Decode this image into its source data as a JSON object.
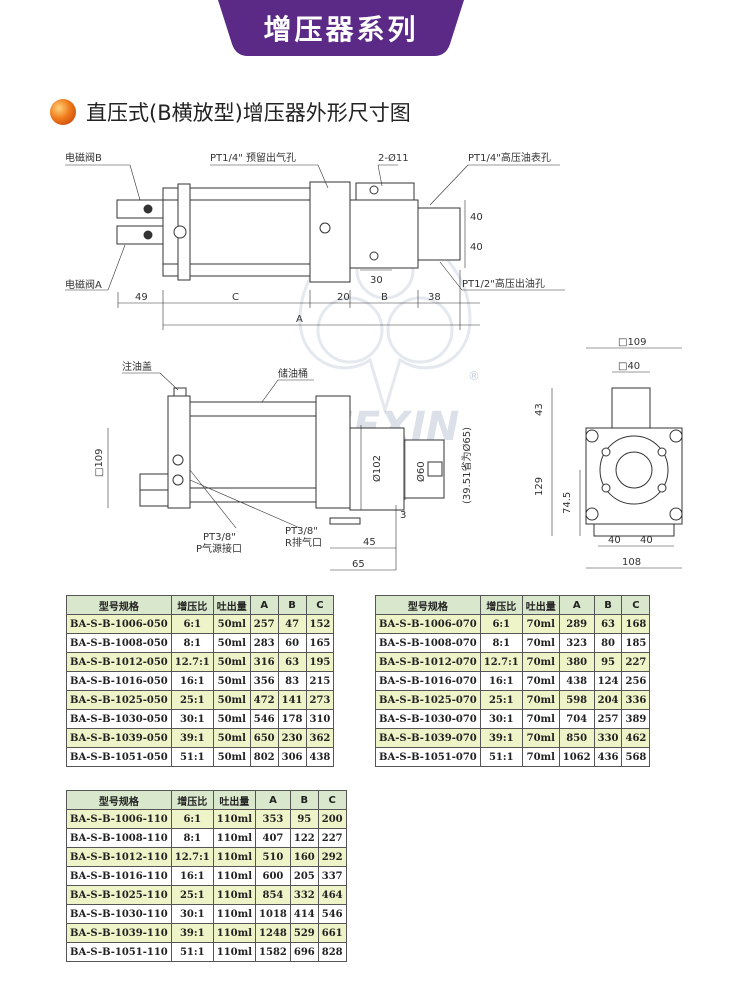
{
  "banner": {
    "title": "增压器系列"
  },
  "section": {
    "title": "直压式(B横放型)增压器外形尺寸图"
  },
  "drawing": {
    "labels": {
      "valve_b": "电磁阀B",
      "valve_a": "电磁阀A",
      "exhaust_port": "PT1/4\" 预留出气孔",
      "holes": "2-Ø11",
      "gauge_port": "PT1/4\"高压油表孔",
      "oil_out": "PT1/2\"高压出油孔",
      "oil_cap": "注油盖",
      "oil_tank": "储油桶",
      "air_src": "PT3/8\"",
      "air_src_desc": "P气源接口",
      "exhaust": "PT3/8\"",
      "exhaust_desc": "R排气口",
      "dia_note": "(39.51省为Ø65)",
      "brand": "LEEXIN",
      "reg": "®"
    },
    "dims": {
      "d49": "49",
      "dC": "C",
      "d20": "20",
      "dB": "B",
      "d38": "38",
      "dA": "A",
      "d30": "30",
      "d40a": "40",
      "d40b": "40",
      "sq109": "□109",
      "dia102": "Ø102",
      "dia60": "Ø60",
      "d3": "3",
      "d45": "45",
      "d65": "65",
      "sq109r": "□109",
      "sq40": "□40",
      "d43": "43",
      "d129": "129",
      "d745": "74.5",
      "d40c": "40",
      "d40d": "40",
      "d108": "108"
    }
  },
  "tables": {
    "headers": [
      "型号规格",
      "增压比",
      "吐出量",
      "A",
      "B",
      "C"
    ],
    "t050": [
      [
        "BA-S-B-1006-050",
        "6:1",
        "50ml",
        "257",
        "47",
        "152"
      ],
      [
        "BA-S-B-1008-050",
        "8:1",
        "50ml",
        "283",
        "60",
        "165"
      ],
      [
        "BA-S-B-1012-050",
        "12.7:1",
        "50ml",
        "316",
        "63",
        "195"
      ],
      [
        "BA-S-B-1016-050",
        "16:1",
        "50ml",
        "356",
        "83",
        "215"
      ],
      [
        "BA-S-B-1025-050",
        "25:1",
        "50ml",
        "472",
        "141",
        "273"
      ],
      [
        "BA-S-B-1030-050",
        "30:1",
        "50ml",
        "546",
        "178",
        "310"
      ],
      [
        "BA-S-B-1039-050",
        "39:1",
        "50ml",
        "650",
        "230",
        "362"
      ],
      [
        "BA-S-B-1051-050",
        "51:1",
        "50ml",
        "802",
        "306",
        "438"
      ]
    ],
    "t070": [
      [
        "BA-S-B-1006-070",
        "6:1",
        "70ml",
        "289",
        "63",
        "168"
      ],
      [
        "BA-S-B-1008-070",
        "8:1",
        "70ml",
        "323",
        "80",
        "185"
      ],
      [
        "BA-S-B-1012-070",
        "12.7:1",
        "70ml",
        "380",
        "95",
        "227"
      ],
      [
        "BA-S-B-1016-070",
        "16:1",
        "70ml",
        "438",
        "124",
        "256"
      ],
      [
        "BA-S-B-1025-070",
        "25:1",
        "70ml",
        "598",
        "204",
        "336"
      ],
      [
        "BA-S-B-1030-070",
        "30:1",
        "70ml",
        "704",
        "257",
        "389"
      ],
      [
        "BA-S-B-1039-070",
        "39:1",
        "70ml",
        "850",
        "330",
        "462"
      ],
      [
        "BA-S-B-1051-070",
        "51:1",
        "70ml",
        "1062",
        "436",
        "568"
      ]
    ],
    "t110": [
      [
        "BA-S-B-1006-110",
        "6:1",
        "110ml",
        "353",
        "95",
        "200"
      ],
      [
        "BA-S-B-1008-110",
        "8:1",
        "110ml",
        "407",
        "122",
        "227"
      ],
      [
        "BA-S-B-1012-110",
        "12.7:1",
        "110ml",
        "510",
        "160",
        "292"
      ],
      [
        "BA-S-B-1016-110",
        "16:1",
        "110ml",
        "600",
        "205",
        "337"
      ],
      [
        "BA-S-B-1025-110",
        "25:1",
        "110ml",
        "854",
        "332",
        "464"
      ],
      [
        "BA-S-B-1030-110",
        "30:1",
        "110ml",
        "1018",
        "414",
        "546"
      ],
      [
        "BA-S-B-1039-110",
        "39:1",
        "110ml",
        "1248",
        "529",
        "661"
      ],
      [
        "BA-S-B-1051-110",
        "51:1",
        "110ml",
        "1582",
        "696",
        "828"
      ]
    ]
  },
  "colors": {
    "banner": "#5b2a86",
    "header_bg": "#d9e8cc",
    "row_alt": "#eef3c8"
  }
}
